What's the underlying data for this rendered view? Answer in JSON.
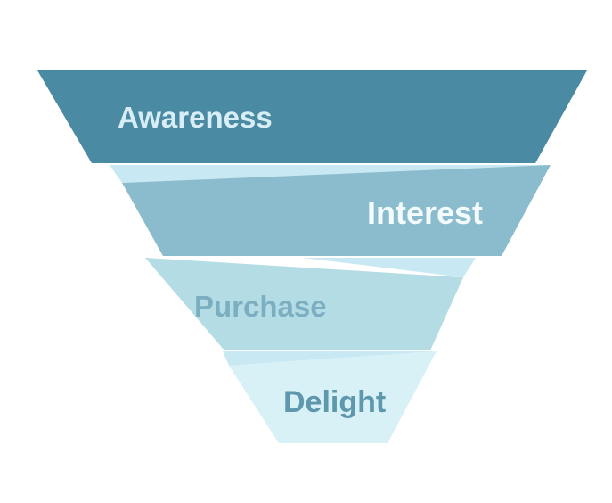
{
  "funnel": {
    "stages": [
      {
        "label": "Awareness",
        "fill": "#4a8aa3",
        "text_color": "#d8eef6"
      },
      {
        "label": "Interest",
        "fill": "#8bbccd",
        "text_color": "#f4fbfd"
      },
      {
        "label": "Purchase",
        "fill": "#b4dce5",
        "text_color": "#7aaec0"
      },
      {
        "label": "Delight",
        "fill": "#d8f1f7",
        "text_color": "#5d98ad"
      }
    ],
    "accent_color": "#c8e9f3"
  }
}
